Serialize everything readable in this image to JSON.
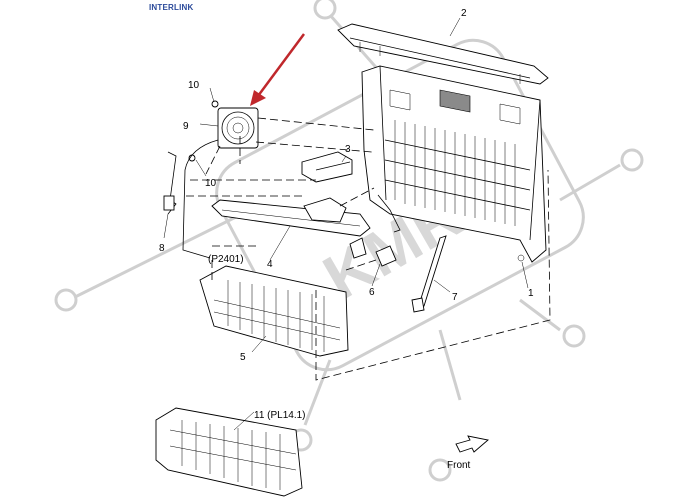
{
  "header": {
    "label": "INTERLINK"
  },
  "callouts": {
    "p1": "1",
    "p2": "2",
    "p3": "3",
    "p4": "4",
    "p5": "5",
    "p6": "6",
    "p7": "7",
    "p8": "8",
    "p9": "9",
    "p10a": "10",
    "p10b": "10",
    "p11": "11 (PL14.1)",
    "connector": "(P2401)"
  },
  "front_label": "Front",
  "watermark": {
    "text": "KMR"
  },
  "colors": {
    "arrow": "#c0282c",
    "header": "#2b4a9a",
    "watermark": "#cfcfcf"
  }
}
